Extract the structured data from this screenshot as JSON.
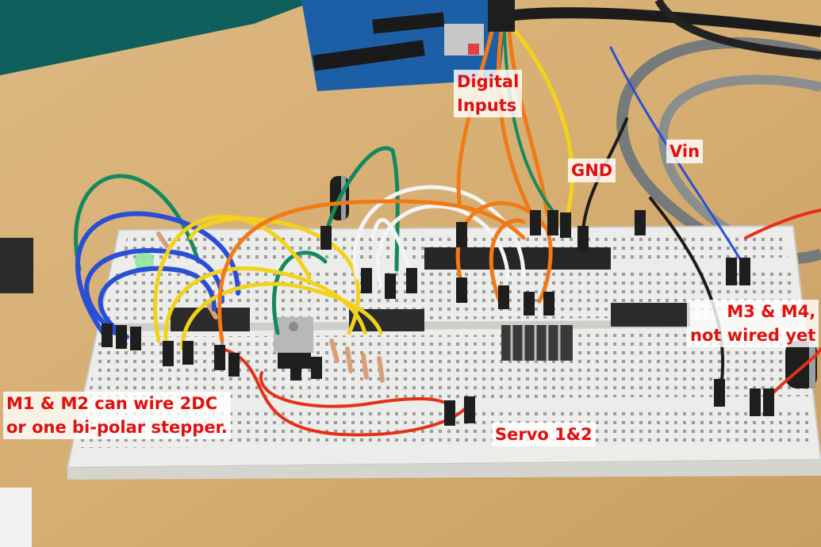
{
  "colors": {
    "label_text": "#e01010",
    "desk": "#d9b47c",
    "board": "#ececea",
    "wire_orange": "#f07a18",
    "wire_yellow": "#f2d21b",
    "wire_blue": "#2a4fd6",
    "wire_green": "#138a5e",
    "wire_white": "#f4f4f4",
    "wire_red": "#e53018",
    "wire_black": "#1c1c1c",
    "arduino": "#1d5fa6"
  },
  "annotations": {
    "digital_inputs": {
      "line1": "Digital",
      "line2": "Inputs"
    },
    "gnd": "GND",
    "vin": "Vin",
    "m3_m4": {
      "line1": "M3 & M4,",
      "line2": "not wired yet"
    },
    "m1_m2": {
      "line1": "M1 & M2 can wire 2DC",
      "line2": "or one bi-polar stepper."
    },
    "servo": "Servo 1&2"
  }
}
